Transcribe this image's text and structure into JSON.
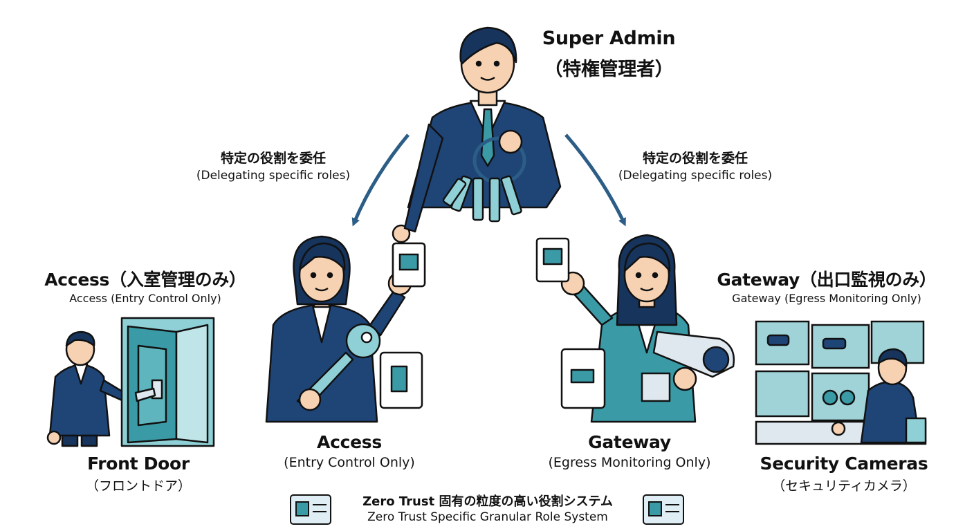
{
  "super_admin": {
    "title": "Super Admin",
    "subtitle": "（特権管理者）"
  },
  "delegation_left": {
    "label": "特定の役割を委任",
    "sublabel": "(Delegating specific roles)"
  },
  "delegation_right": {
    "label": "特定の役割を委任",
    "sublabel": "(Delegating specific roles)"
  },
  "access_role": {
    "heading": "Access（入室管理のみ）",
    "heading_sub": "Access (Entry Control Only)",
    "title": "Access",
    "subtitle": "(Entry Control Only)"
  },
  "gateway_role": {
    "heading": "Gateway（出口監視のみ）",
    "heading_sub": "Gateway (Egress Monitoring Only)",
    "title": "Gateway",
    "subtitle": "(Egress Monitoring Only)"
  },
  "front_door": {
    "title": "Front Door",
    "subtitle": "（フロントドア）"
  },
  "security_cameras": {
    "title": "Security Cameras",
    "subtitle": "（セキュリティカメラ）"
  },
  "footer": {
    "title": "Zero Trust 固有の粒度の高い役割システム",
    "subtitle": "Zero Trust Specific Granular Role System"
  },
  "colors": {
    "navy": "#1f4577",
    "navy_dark": "#16345c",
    "teal": "#3a9ba7",
    "teal_light": "#8fd0d6",
    "skin": "#f6d2b3",
    "arrow": "#2b5d86"
  }
}
